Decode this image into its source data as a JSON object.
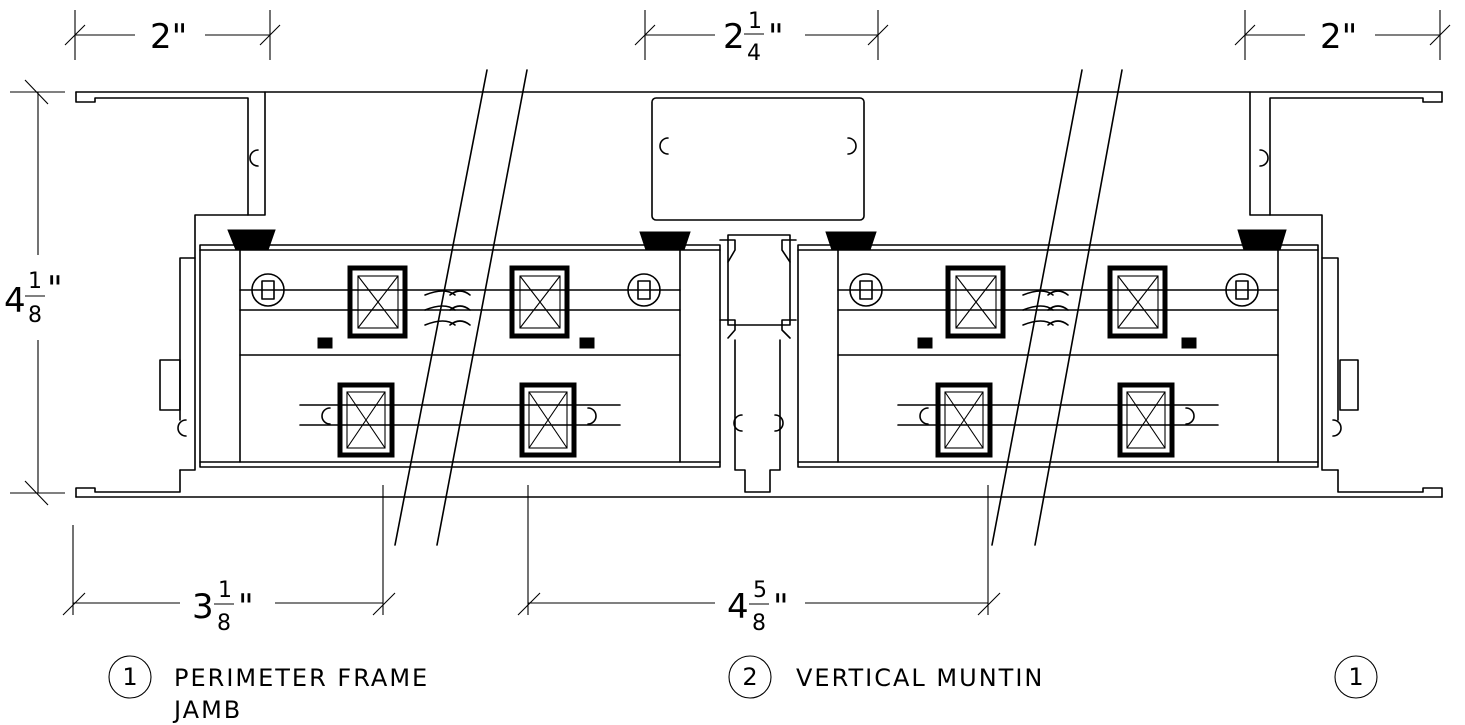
{
  "dimensions": {
    "top_left": "2\"",
    "top_center": {
      "whole": "2",
      "numerator": "1",
      "denominator": "4",
      "unit": "\""
    },
    "top_right": "2\"",
    "left_height": {
      "whole": "4",
      "numerator": "1",
      "denominator": "8",
      "unit": "\""
    },
    "bottom_left": {
      "whole": "3",
      "numerator": "1",
      "denominator": "8",
      "unit": "\""
    },
    "bottom_center": {
      "whole": "4",
      "numerator": "5",
      "denominator": "8",
      "unit": "\""
    }
  },
  "details": [
    {
      "number": "1",
      "title_line1": "PERIMETER FRAME",
      "title_line2": "JAMB"
    },
    {
      "number": "2",
      "title_line1": "VERTICAL MUNTIN",
      "title_line2": ""
    },
    {
      "number": "1",
      "title_line1": "",
      "title_line2": ""
    }
  ]
}
